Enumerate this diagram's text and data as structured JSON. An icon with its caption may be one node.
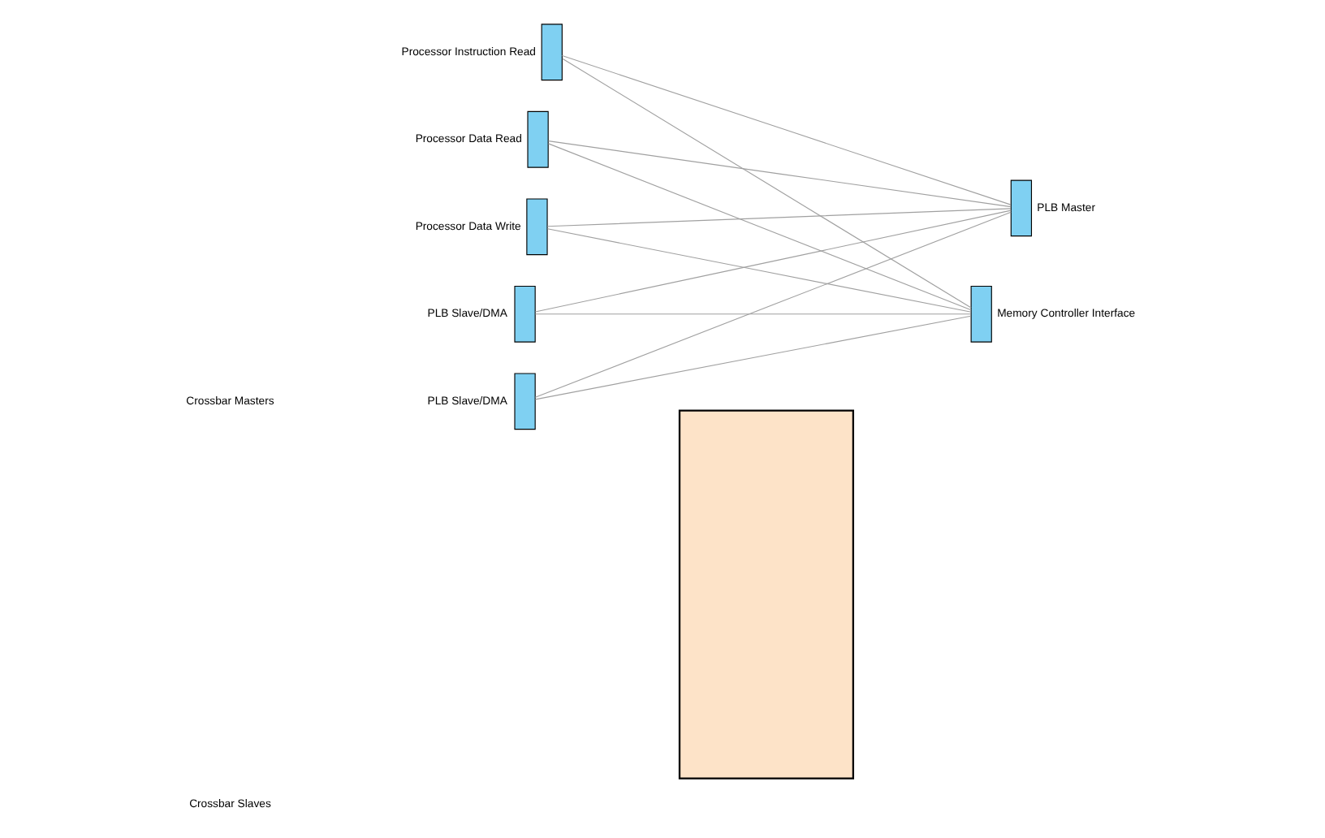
{
  "diagram": {
    "nodes": [
      {
        "text": [],
        "shape": "box"
      },
      {
        "text": [],
        "shape": "bar",
        "beside": [
          "PLB Slave/DMA"
        ]
      },
      {
        "text": [],
        "shape": "bar",
        "beside": [
          "Processor Instruction Read"
        ]
      },
      {
        "text": [],
        "shape": "bar",
        "beside": [
          "Processor Data Read"
        ]
      },
      {
        "text": [],
        "shape": "bar",
        "beside": [
          "Processor Data Write"
        ]
      },
      {
        "text": [],
        "shape": "bar",
        "beside": [
          "PLB Slave/DMA"
        ]
      },
      {
        "text": [],
        "shape": "bar",
        "beside": [
          "Memory Controller Interface"
        ]
      },
      {
        "text": [],
        "shape": "bar",
        "beside": [
          "PLB Master"
        ]
      }
    ],
    "edges": [
      {
        "from": 1,
        "to": 6,
        "arrow": "none"
      },
      {
        "from": 1,
        "to": 7,
        "arrow": "none"
      },
      {
        "from": 2,
        "to": 6,
        "arrow": "none"
      },
      {
        "from": 2,
        "to": 7,
        "arrow": "none"
      },
      {
        "from": 3,
        "to": 6,
        "arrow": "none"
      },
      {
        "from": 3,
        "to": 7,
        "arrow": "none"
      },
      {
        "from": 4,
        "to": 6,
        "arrow": "none"
      },
      {
        "from": 4,
        "to": 7,
        "arrow": "none"
      },
      {
        "from": 5,
        "to": 6,
        "arrow": "none"
      },
      {
        "from": 5,
        "to": 7,
        "arrow": "none"
      }
    ],
    "labels": [
      "Crossbar Masters",
      "Crossbar Slaves"
    ]
  }
}
